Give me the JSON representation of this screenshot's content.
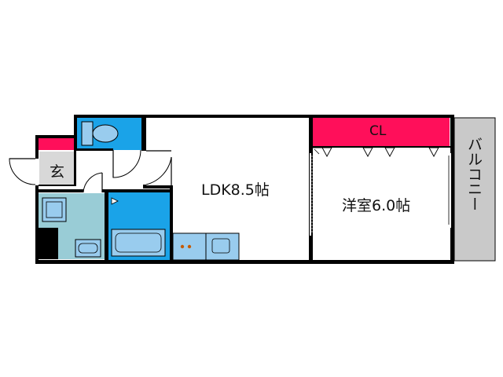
{
  "rooms": {
    "ldk": {
      "label": "LDK8.5帖"
    },
    "western": {
      "label": "洋室6.0帖"
    },
    "closet": {
      "label": "CL"
    },
    "entrance": {
      "label": "玄"
    },
    "balcony": {
      "label": "バルコニー"
    }
  },
  "colors": {
    "closet": "#ff0f5a",
    "wet_area_blue": "#1aa3e8",
    "washroom": "#99ccd6",
    "kitchen": "#99ccee",
    "balcony": "#c9c9c9",
    "wall": "#000000"
  }
}
